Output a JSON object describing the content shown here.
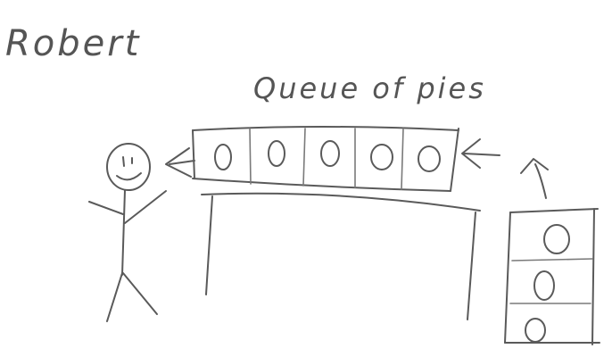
{
  "labels": {
    "person_name": "Robert",
    "queue_title": "Queue of pies"
  },
  "queue": {
    "pie_count": 5
  },
  "stack": {
    "pie_count": 3
  }
}
